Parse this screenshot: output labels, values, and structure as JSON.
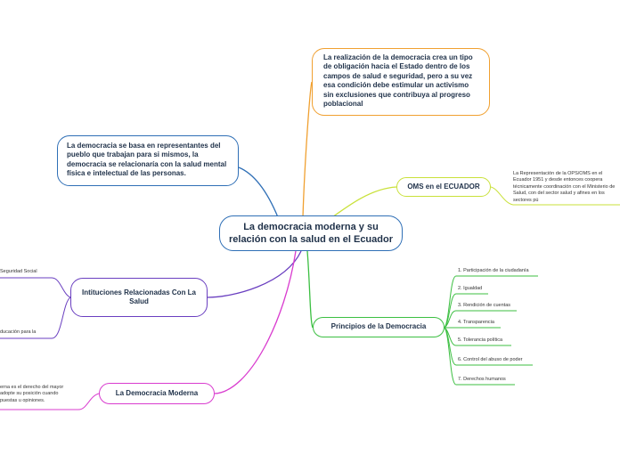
{
  "colors": {
    "central_border": "#2f6fb6",
    "top_branch": "#f0a030",
    "left_branch": "#2f6fb6",
    "oms_branch": "#c9e13a",
    "inst_branch": "#6a3fc0",
    "principios_branch": "#3cbf42",
    "democracia_branch": "#d93ccf"
  },
  "central": {
    "title": "La democracia moderna y su relación con la salud en el Ecuador"
  },
  "top_node": {
    "text": "La realización de la democracia crea un tipo de obligación hacia el Estado dentro de los campos de salud e seguridad, pero a su vez esa condición debe estimular un activismo sin exclusiones que contribuya al progreso poblacional"
  },
  "left_node": {
    "text": "La democracia se basa en representantes del pueblo que trabajan para si mismos, la democracia se relacionaría con la salud mental física e intelectual de las personas."
  },
  "oms": {
    "label": "OMS en el ECUADOR",
    "detail": "La Representación de la OPS/OMS en el Ecuador 1951 y desde entonces coopera técnicamente coordinación con el Ministerio de Salud, con del sector salud y afines en los sectores pú"
  },
  "instituciones": {
    "label": "Intituciones Relacionadas Con La Salud",
    "items": [
      "Seguridad Social",
      "ducación para la"
    ]
  },
  "principios": {
    "label": "Principios de la Democracia",
    "items": [
      "1. Participación de la ciudadanía",
      "2. Igualdad",
      "3. Rendición de cuentas",
      "4. Transparencia",
      "5. Tolerancia política",
      "6. Control del abuso de poder",
      "7. Derechos humanos"
    ]
  },
  "democracia_moderna": {
    "label": "La Democracia Moderna",
    "detail": "erna es el derecho del mayor adopte su posición cuando puestas u opiniones."
  }
}
